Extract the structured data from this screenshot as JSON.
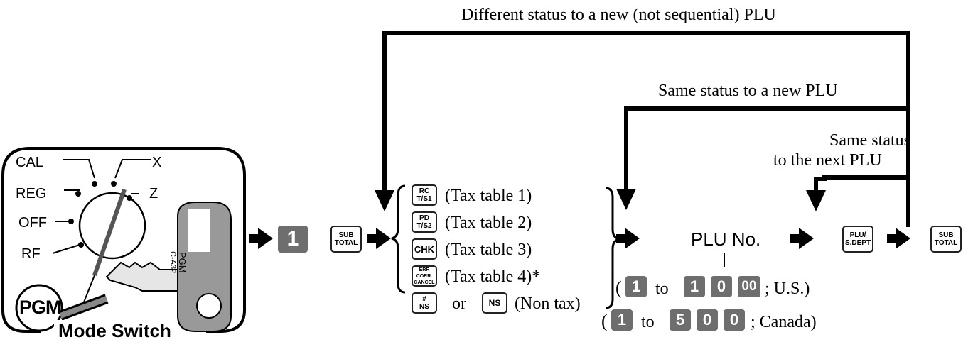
{
  "mode_switch": {
    "title": "Mode Switch",
    "positions": [
      "CAL",
      "X",
      "REG",
      "Z",
      "OFF",
      "RF",
      "PGM"
    ],
    "key_text": [
      "PGM",
      "C-A32"
    ]
  },
  "flow": {
    "loop_labels": {
      "different": "Different status to a new (not sequential) PLU",
      "same_new": "Same status to a new PLU",
      "same_next_line1": "Same status",
      "same_next_line2": "to the next PLU"
    },
    "start_key": "1",
    "subtotal_key": [
      "SUB",
      "TOTAL"
    ],
    "tax_options": [
      {
        "key": [
          "RC",
          "T/S1"
        ],
        "label": "(Tax table 1)"
      },
      {
        "key": [
          "PD",
          "T/S2"
        ],
        "label": "(Tax table 2)"
      },
      {
        "key": [
          "CHK"
        ],
        "label": "(Tax table 3)"
      },
      {
        "key": [
          "ERR CORR.",
          "CANCEL"
        ],
        "label": "(Tax table 4)*"
      },
      {
        "key": [
          "#",
          "NS"
        ],
        "label": "(Non tax)",
        "or_text": "or",
        "alt_key": "NS"
      }
    ],
    "plu_label": "PLU No.",
    "plu_key": [
      "PLU/",
      "S.DEPT"
    ],
    "range_us": {
      "from": "1",
      "to_word": "to",
      "keys": [
        "1",
        "0",
        "00"
      ],
      "suffix": "; U.S.)"
    },
    "range_canada": {
      "from": "1",
      "to_word": "to",
      "keys": [
        "5",
        "0",
        "0"
      ],
      "suffix": "; Canada)"
    },
    "open_paren": "("
  }
}
